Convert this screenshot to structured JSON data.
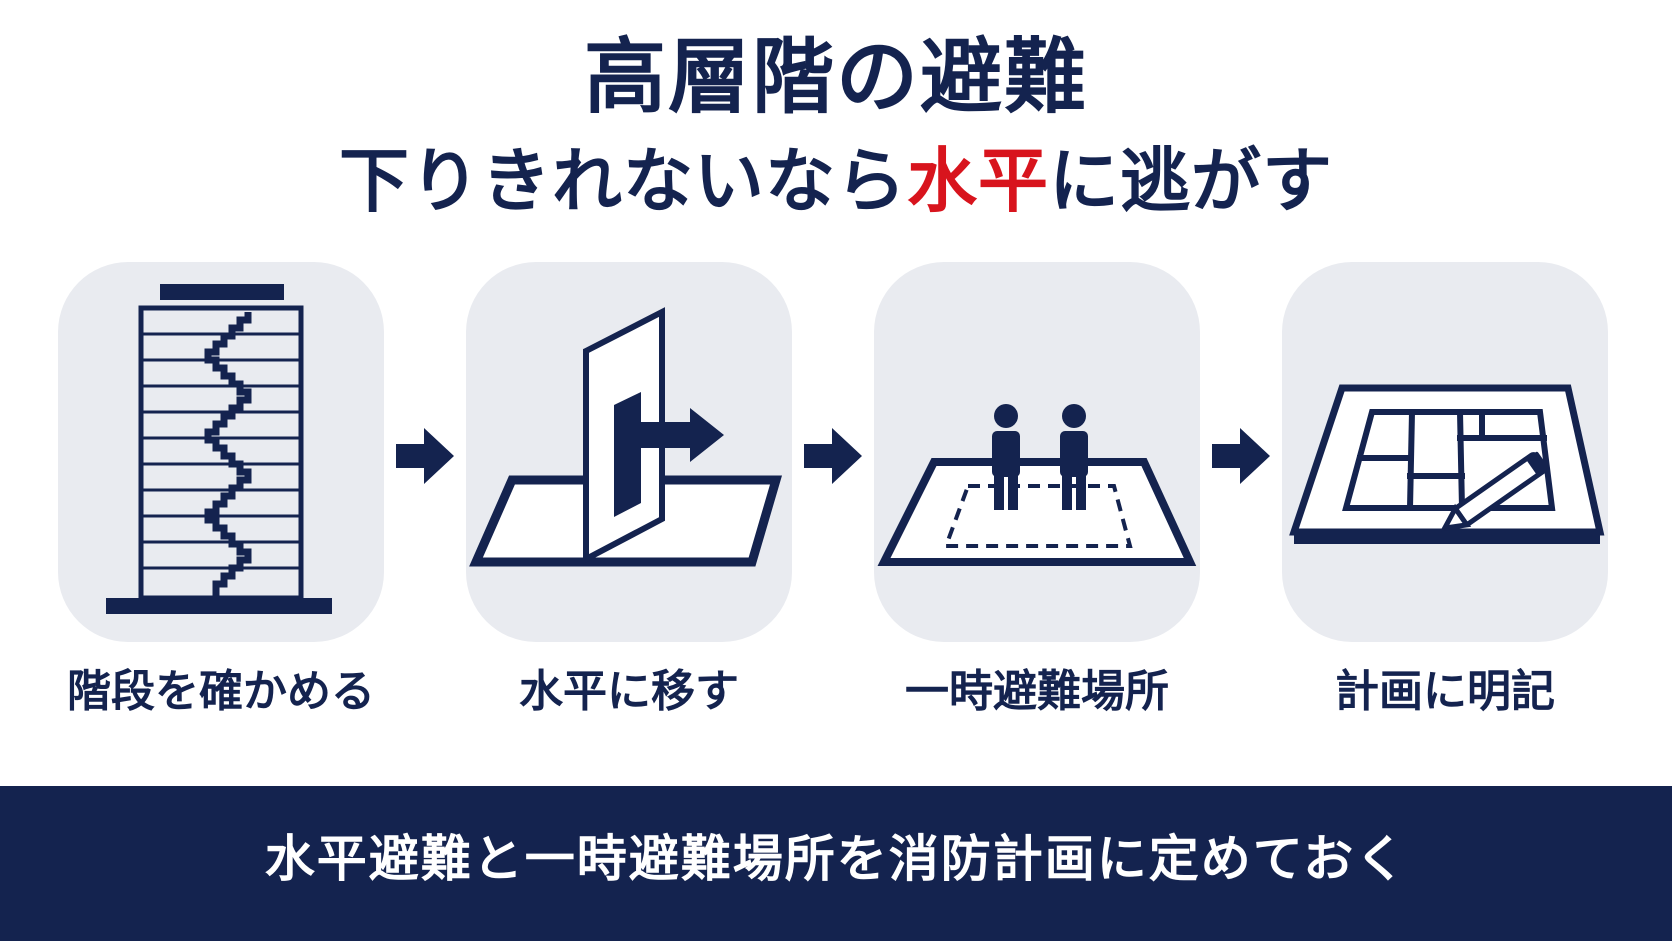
{
  "title": {
    "line1": "高層階の避難",
    "line2_before": "下りきれないなら",
    "line2_accent": "水平",
    "line2_after": "に逃がす",
    "accent_color": "#d8141d"
  },
  "steps": [
    {
      "label": "階段を確かめる",
      "icon": "stairwell-building-icon"
    },
    {
      "label": "水平に移す",
      "icon": "horizontal-door-move-icon"
    },
    {
      "label": "一時避難場所",
      "icon": "temporary-refuge-area-icon"
    },
    {
      "label": "計画に明記",
      "icon": "floor-plan-pen-icon"
    }
  ],
  "footer": {
    "text": "水平避難と一時避難場所を消防計画に定めておく"
  },
  "colors": {
    "navy": "#14234f",
    "card_background": "#e9ebf0",
    "accent_red": "#d8141d"
  }
}
